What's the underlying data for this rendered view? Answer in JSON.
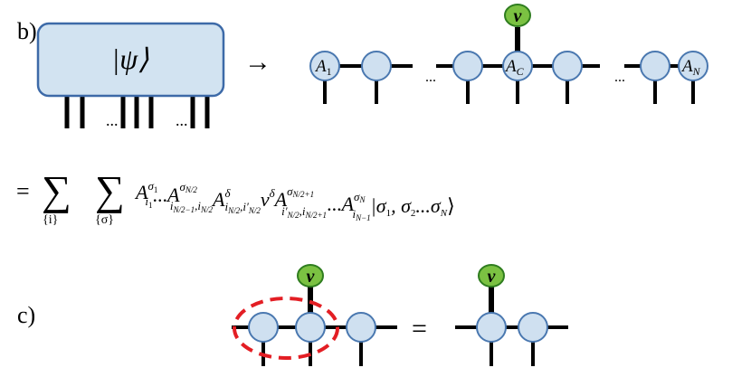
{
  "panel_b_label": "b)",
  "panel_c_label": "c)",
  "state_box_text": "|ψ⟩",
  "arrow": "→",
  "ellipsis": "...",
  "site_labels": {
    "first": "A",
    "first_sub": "1",
    "center": "A",
    "center_sub": "C",
    "last": "A",
    "last_sub": "N"
  },
  "vector_label": "v",
  "equation": {
    "eq": "=",
    "sum1_symbol": "∑",
    "sum1_sub": "{i}",
    "sum2_symbol": "∑",
    "sum2_sub": "{σ}",
    "body": "A",
    "t1_sup": "σ",
    "t1_sup_sub": "1",
    "t1_sub": "i",
    "t1_sub_sub": "1",
    "dots1": "...",
    "t2_sup": "σ",
    "t2_sup_sub": "N/2",
    "t2_sub": "i",
    "t2_sub_a": "N/2−1",
    "t2_sub_comma": ",i",
    "t2_sub_b": "N/2",
    "t3_sup": "δ",
    "t3_sub": "i",
    "t3_sub_a": "N/2",
    "t3_sub_comma": ",i′",
    "t3_sub_b": "N/2",
    "v": "v",
    "v_sup": "δ",
    "t4_sup": "σ",
    "t4_sup_sub": "N/2+1",
    "t4_sub": "i′",
    "t4_sub_a": "N/2",
    "t4_sub_comma": ",i",
    "t4_sub_b": "N/2+1",
    "dots2": "...",
    "t5_sup": "σ",
    "t5_sup_sub": "N",
    "t5_sub": "i",
    "t5_sub_sub": "N−1",
    "ket": "|σ",
    "ket_1": "1",
    "ket_mid": ", σ",
    "ket_2": "2",
    "ket_dots": "...σ",
    "ket_N": "N",
    "ket_close": "⟩"
  },
  "panel_c_equals": "=",
  "colors": {
    "node_fill": "#cfe0f0",
    "node_stroke": "#4a78b0",
    "box_fill": "#d2e3f1",
    "vector_fill": "#7bc142",
    "ellipse": "#e31e24"
  }
}
